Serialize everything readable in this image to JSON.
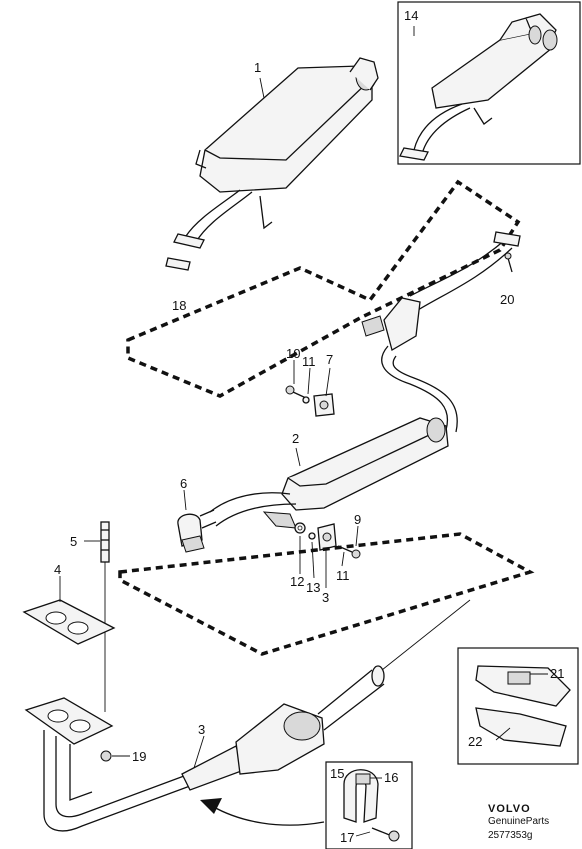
{
  "callouts": {
    "c1": "1",
    "c2": "2",
    "c3a": "3",
    "c3b": "3",
    "c4": "4",
    "c5": "5",
    "c6": "6",
    "c7": "7",
    "c9": "9",
    "c10": "10",
    "c11a": "11",
    "c11b": "11",
    "c12": "12",
    "c13": "13",
    "c14": "14",
    "c15": "15",
    "c16": "16",
    "c17": "17",
    "c18": "18",
    "c19": "19",
    "c20": "20",
    "c21": "21",
    "c22": "22"
  },
  "footer": {
    "brand": "VOLVO",
    "subtitle": "GenuineParts",
    "drawing_number": "2577353g"
  }
}
